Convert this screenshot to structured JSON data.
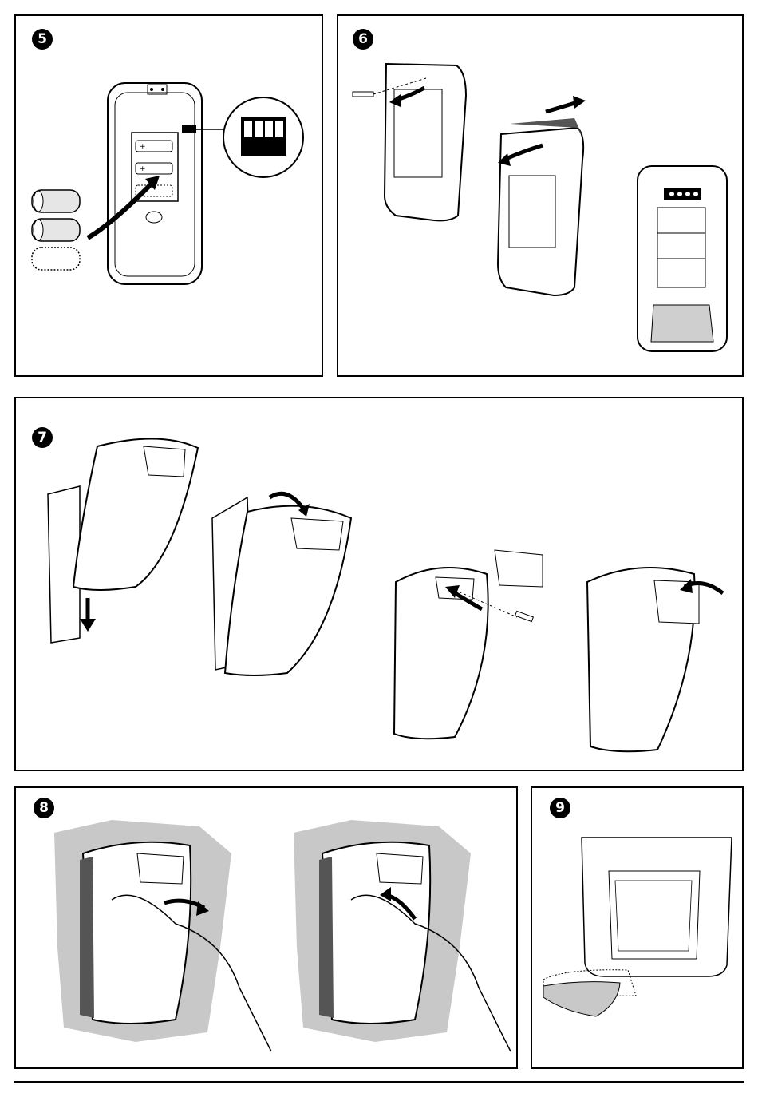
{
  "steps": {
    "step5": {
      "number": "5"
    },
    "step6": {
      "number": "6"
    },
    "step7": {
      "number": "7"
    },
    "step8": {
      "number": "8"
    },
    "step9": {
      "number": "9"
    }
  },
  "labels": {
    "battery_plus": "+",
    "battery_minus": "−"
  },
  "colors": {
    "outline": "#000000",
    "wall": "#c8c8c8",
    "lens": "#cfcfcf",
    "dark_body": "#555555"
  },
  "icons": [
    "battery-icon",
    "dip-switch-icon",
    "screw-icon",
    "arrow-icon",
    "hand-icon"
  ]
}
